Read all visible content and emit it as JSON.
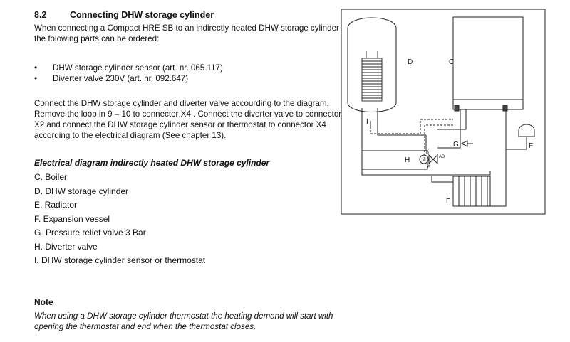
{
  "section": {
    "number": "8.2",
    "title": "Connecting DHW storage cylinder",
    "intro": [
      "When connecting a Compact HRE SB to an indirectly heated DHW storage cylinder",
      "the folowing parts can be ordered:"
    ],
    "bullets": [
      "DHW storage cylinder sensor (art. nr. 065.117)",
      "Diverter valve  230V (art. nr. 092.647)"
    ],
    "instructions": [
      "Connect the DHW storage cylinder and diverter valve accourding to the diagram.",
      "Remove the loop in 9 – 10 to connector X4 . Connect the diverter valve to connector",
      "X2 and connect the DHW storage cylinder sensor or thermostat  to connector X4",
      "according to the electrical diagram (See chapter 13)."
    ],
    "diagram_heading": "Electrical diagram indirectly heated DHW storage cylinder",
    "legend": [
      "C. Boiler",
      "D. DHW storage cylinder",
      "E.  Radiator",
      "F.  Expansion vessel",
      "G. Pressure relief valve 3 Bar",
      "H. Diverter valve",
      "I.  DHW storage cylinder sensor or thermostat"
    ]
  },
  "note": {
    "heading": "Note",
    "lines": [
      "When using a DHW storage cylinder thermostat the heating demand will start with",
      "opening the thermostat and end when the thermostat closes."
    ]
  },
  "diagram": {
    "labels": {
      "d": "D",
      "c": "C",
      "e": "E",
      "f": "F",
      "g": "G",
      "h": "H",
      "i": "I",
      "valve_b": "B",
      "valve_a": "A",
      "valve_ab": "AB",
      "valve_m": "M"
    }
  }
}
